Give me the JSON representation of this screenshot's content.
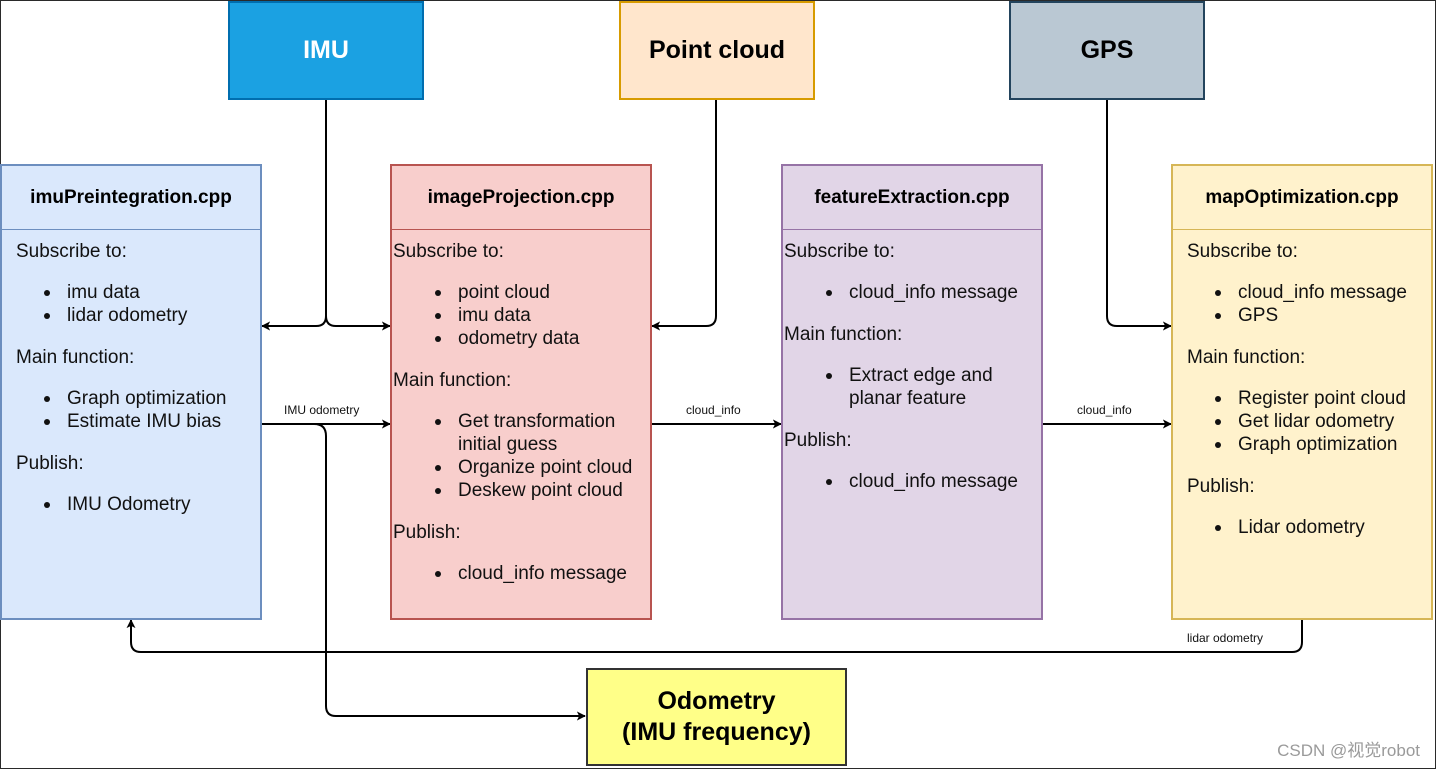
{
  "inputs": {
    "imu": {
      "label": "IMU",
      "fill": "#1ba1e2",
      "stroke": "#006eaf",
      "text_color": "#ffffff"
    },
    "point_cloud": {
      "label": "Point cloud",
      "fill": "#ffe6cc",
      "stroke": "#d79b00",
      "text_color": "#000000"
    },
    "gps": {
      "label": "GPS",
      "fill": "#bac8d3",
      "stroke": "#23445d",
      "text_color": "#000000"
    }
  },
  "modules": {
    "imu_preintegration": {
      "title": "imuPreintegration.cpp",
      "fill": "#dae8fc",
      "stroke": "#6c8ebf",
      "subscribe_label": "Subscribe to:",
      "subscribe": [
        "imu data",
        "lidar odometry"
      ],
      "main_label": "Main function:",
      "main": [
        "Graph optimization",
        "Estimate IMU bias"
      ],
      "publish_label": "Publish:",
      "publish": [
        "IMU Odometry"
      ]
    },
    "image_projection": {
      "title": "imageProjection.cpp",
      "fill": "#f8cecc",
      "stroke": "#b85450",
      "subscribe_label": "Subscribe to:",
      "subscribe": [
        "point cloud",
        "imu data",
        "odometry data"
      ],
      "main_label": "Main function:",
      "main": [
        "Get transformation initial guess",
        "Organize point cloud",
        "Deskew point cloud"
      ],
      "publish_label": "Publish:",
      "publish": [
        "cloud_info message"
      ]
    },
    "feature_extraction": {
      "title": "featureExtraction.cpp",
      "fill": "#e1d5e7",
      "stroke": "#9673a6",
      "subscribe_label": "Subscribe to:",
      "subscribe": [
        "cloud_info message"
      ],
      "main_label": "Main function:",
      "main": [
        "Extract edge and planar feature"
      ],
      "publish_label": "Publish:",
      "publish": [
        "cloud_info message"
      ]
    },
    "map_optimization": {
      "title": "mapOptimization.cpp",
      "fill": "#fff2cc",
      "stroke": "#d6b656",
      "subscribe_label": "Subscribe to:",
      "subscribe": [
        "cloud_info message",
        "GPS"
      ],
      "main_label": "Main function:",
      "main": [
        "Register point cloud",
        "Get lidar odometry",
        "Graph optimization"
      ],
      "publish_label": "Publish:",
      "publish": [
        "Lidar odometry"
      ]
    }
  },
  "edges": {
    "imu_odometry": "IMU odometry",
    "cloud_info_1": "cloud_info",
    "cloud_info_2": "cloud_info",
    "lidar_odometry": "lidar odometry"
  },
  "output": {
    "line1": "Odometry",
    "line2": "(IMU frequency)"
  },
  "watermark": "CSDN @视觉robot"
}
